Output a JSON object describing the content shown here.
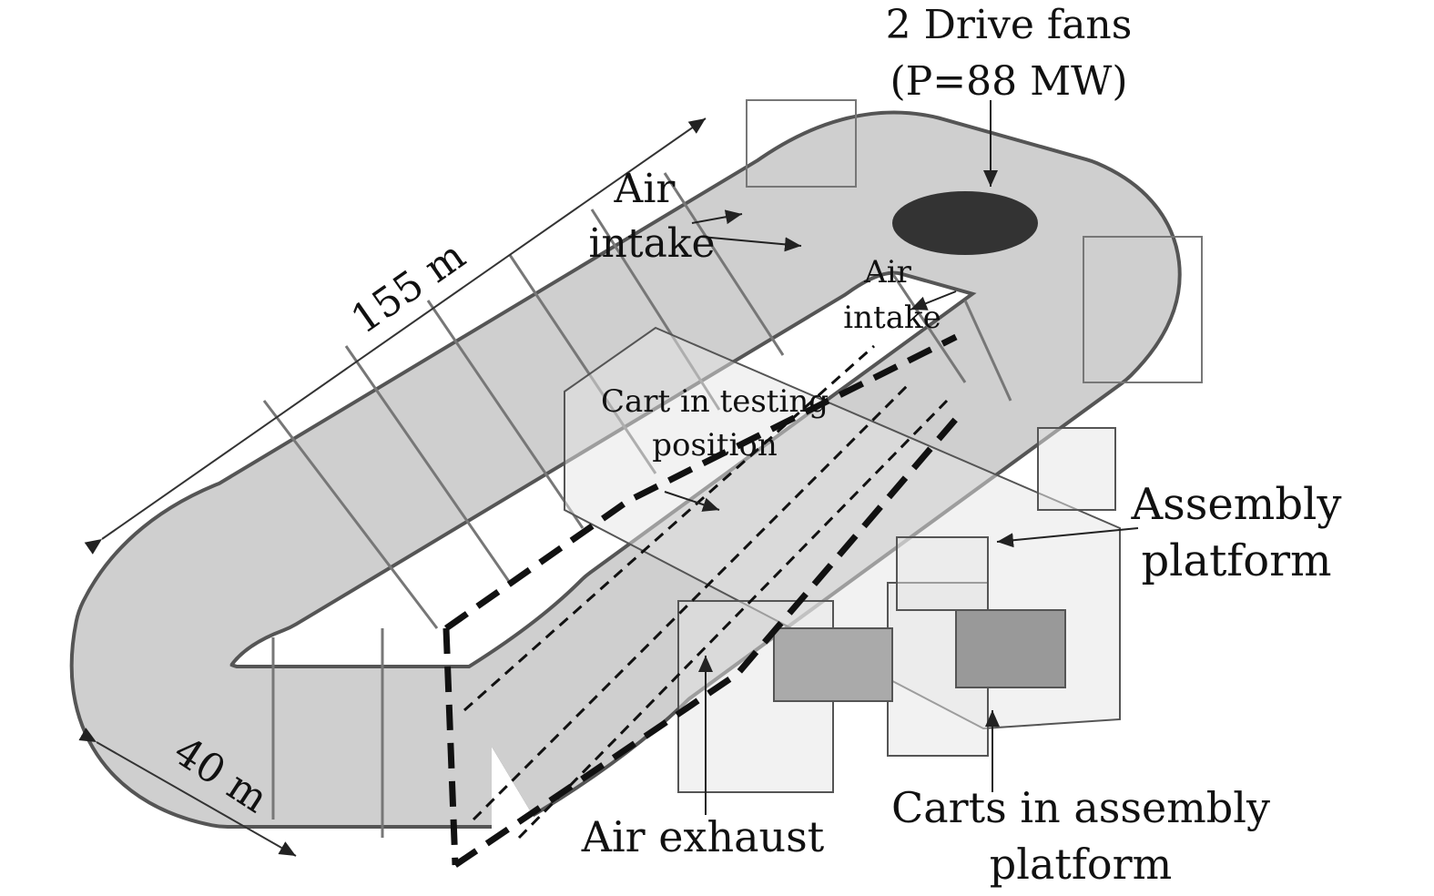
{
  "labels": {
    "drive_fans": "2 Drive fans",
    "fan_power": "(P=88 MW)",
    "air_intake_left_1": "Air",
    "air_intake_left_2": "intake",
    "air_intake_right_1": "Air",
    "air_intake_right_2": "intake",
    "length_dimension": "155 m",
    "width_dimension": "40 m",
    "cart_testing_1": "Cart in testing",
    "cart_testing_2": "position",
    "assembly_platform_1": "Assembly",
    "assembly_platform_2": "platform",
    "carts_assembly_1": "Carts in assembly",
    "carts_assembly_2": "platform",
    "air_exhaust": "Air exhaust"
  }
}
